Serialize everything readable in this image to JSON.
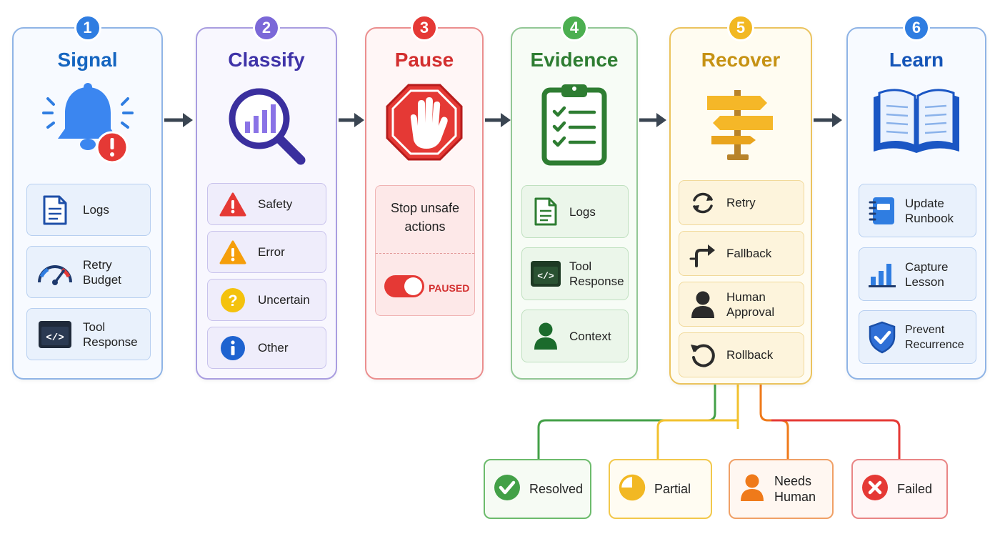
{
  "stages": [
    {
      "num": "1",
      "title": "Signal",
      "items": [
        {
          "label": "Logs",
          "icon": "document-icon"
        },
        {
          "label": "Retry\nBudget",
          "icon": "gauge-icon"
        },
        {
          "label": "Tool\nResponse",
          "icon": "code-window-icon"
        }
      ]
    },
    {
      "num": "2",
      "title": "Classify",
      "items": [
        {
          "label": "Safety",
          "icon": "warning-triangle-icon"
        },
        {
          "label": "Error",
          "icon": "warning-triangle-icon"
        },
        {
          "label": "Uncertain",
          "icon": "question-icon"
        },
        {
          "label": "Other",
          "icon": "info-icon"
        }
      ]
    },
    {
      "num": "3",
      "title": "Pause",
      "panel": {
        "label": "Stop unsafe\nactions",
        "toggle_label": "PAUSED"
      }
    },
    {
      "num": "4",
      "title": "Evidence",
      "items": [
        {
          "label": "Logs",
          "icon": "document-icon"
        },
        {
          "label": "Tool\nResponse",
          "icon": "code-window-icon"
        },
        {
          "label": "Context",
          "icon": "person-icon"
        }
      ]
    },
    {
      "num": "5",
      "title": "Recover",
      "items": [
        {
          "label": "Retry",
          "icon": "retry-icon"
        },
        {
          "label": "Fallback",
          "icon": "fallback-arrow-icon"
        },
        {
          "label": "Human\nApproval",
          "icon": "person-icon"
        },
        {
          "label": "Rollback",
          "icon": "rollback-icon"
        }
      ]
    },
    {
      "num": "6",
      "title": "Learn",
      "items": [
        {
          "label": "Update\nRunbook",
          "icon": "notebook-icon"
        },
        {
          "label": "Capture\nLesson",
          "icon": "bar-chart-icon"
        },
        {
          "label": "Prevent\nRecurrence",
          "icon": "shield-check-icon"
        }
      ]
    }
  ],
  "outcomes": [
    {
      "label": "Resolved",
      "icon": "check-circle-icon"
    },
    {
      "label": "Partial",
      "icon": "pie-icon"
    },
    {
      "label": "Needs\nHuman",
      "icon": "person-icon"
    },
    {
      "label": "Failed",
      "icon": "x-circle-icon"
    }
  ],
  "colors": {
    "signal": "#1565c0",
    "classify": "#4a3bb0",
    "pause": "#d32f2f",
    "evidence": "#2e7d32",
    "recover": "#c69214",
    "learn": "#1555b8",
    "resolved": "#43a047",
    "partial": "#f2c12e",
    "needs_human": "#ef7a1a",
    "failed": "#e53935"
  }
}
